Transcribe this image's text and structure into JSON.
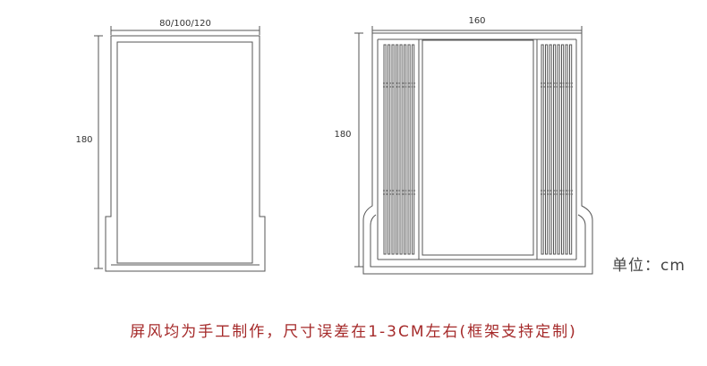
{
  "screen1": {
    "width_label": "80/100/120",
    "height_label": "180"
  },
  "screen2": {
    "width_label": "160",
    "height_label": "180"
  },
  "unit_label": "单位：cm",
  "caption": "屏风均为手工制作，尺寸误差在1-3CM左右(框架支持定制)",
  "colors": {
    "line": "#555555",
    "caption": "#a52a2a"
  }
}
